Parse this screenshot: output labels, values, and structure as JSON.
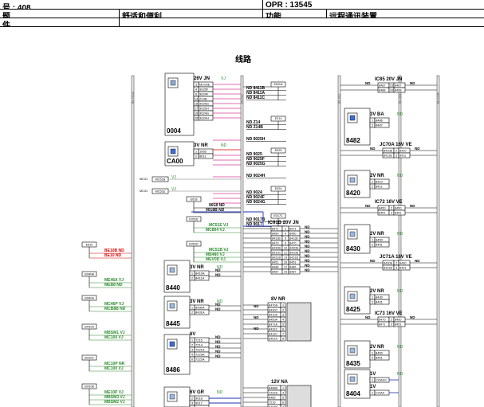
{
  "header": {
    "row1_left": "号 : 408",
    "row1_right": "OPR : 13545",
    "row2_left": "题",
    "row2_mid": "舒适和便利",
    "row2_func_label": "功能",
    "row2_func_value": "远程通讯装置",
    "row3_left": "件"
  },
  "diagram_title": "线路",
  "colors": {
    "pink": "#d63b9a",
    "blue": "#1f2fb5",
    "red": "#d40000",
    "green": "#2a8a2a",
    "grey": "#777777"
  },
  "components": {
    "c0004": {
      "id": "0004",
      "conn": "26V JN",
      "suffix": "VJ",
      "pins": [
        [
          "3",
          "MC00E"
        ],
        [
          "4",
          "9025F"
        ],
        [
          "6",
          "9024F"
        ],
        [
          "14",
          "Z14B"
        ],
        [
          "16",
          "9025G"
        ],
        [
          "17",
          "9025H"
        ],
        [
          "19",
          "9024G"
        ],
        [
          "20",
          "9024H"
        ]
      ]
    },
    "cA00": {
      "id": "CA00",
      "conn": "3V NR",
      "suffix": "ND",
      "pins": [
        [
          "1",
          "1065"
        ],
        [
          "2",
          "8611"
        ]
      ]
    },
    "c8440": {
      "id": "8440",
      "conn": "3V NR",
      "suffix": "ND",
      "pins": [
        [
          "1",
          "8410A"
        ],
        [
          "2",
          "8411A"
        ]
      ]
    },
    "c8445": {
      "id": "8445",
      "conn": "3V NR",
      "suffix": "ND",
      "pins": [
        [
          "1",
          "8430A"
        ],
        [
          "2",
          "8431A"
        ]
      ]
    },
    "c8486": {
      "id": "8486",
      "conn": "6V",
      "suffix": "",
      "pins": [
        [
          "1",
          "7215"
        ],
        [
          "2",
          "7214"
        ],
        [
          "3",
          "7221A"
        ],
        [
          "4",
          "7223A"
        ],
        [
          "6",
          "7222A"
        ]
      ]
    },
    "c6vgr": {
      "conn": "6V GR",
      "suffix": "ND",
      "pins": [
        [
          "2",
          "9018"
        ],
        [
          "3",
          "9017"
        ],
        [
          "4",
          "MC00"
        ]
      ]
    },
    "c8482": {
      "id": "8482",
      "conn": "3V BA",
      "suffix": "ND",
      "pins": [
        [
          "1",
          "8486"
        ],
        [
          "2",
          "8487"
        ]
      ]
    },
    "c8420": {
      "id": "8420",
      "conn": "2V NR",
      "suffix": "ND",
      "pins": [
        [
          "1",
          "8410"
        ],
        [
          "2",
          "8411"
        ]
      ]
    },
    "c8430": {
      "id": "8430",
      "conn": "2V NR",
      "suffix": "ND",
      "pins": [
        [
          "1",
          "8450"
        ],
        [
          "2",
          "8451"
        ]
      ]
    },
    "c8425": {
      "id": "8425",
      "conn": "2V NR",
      "suffix": "ND",
      "pins": [
        [
          "1",
          "8430"
        ],
        [
          "2",
          "8431"
        ]
      ]
    },
    "c8435": {
      "id": "8435",
      "conn": "2V NR",
      "suffix": "ND",
      "pins": [
        [
          "1",
          "8450"
        ],
        [
          "2",
          "8451"
        ]
      ]
    },
    "c8404": {
      "id": "8404",
      "conn": "1V",
      "suffix": "ND",
      "pins": [
        [
          "1",
          "COAXC"
        ]
      ],
      "conn2": "1V",
      "pins2": [
        [
          "1",
          "COAX"
        ]
      ]
    }
  },
  "junctions": {
    "ic85": {
      "label": "IC85",
      "conn": "20V JN",
      "pins": [
        [
          "8487",
          "15",
          "8467",
          "16"
        ],
        [
          "8488",
          "16",
          "8468",
          ""
        ]
      ]
    },
    "jc70a": {
      "label": "JC70A",
      "conn": "16V VE",
      "pins": [
        [
          "8410B",
          "2",
          "8410"
        ],
        [
          "8411B",
          "3",
          "8411"
        ]
      ]
    },
    "ic72": {
      "label": "IC72",
      "conn": "16V VE",
      "pins": [
        [
          "8450",
          "2",
          "8450"
        ],
        [
          "8451",
          "3",
          "8451"
        ]
      ]
    },
    "jc71a": {
      "label": "JC71A",
      "conn": "16V VE",
      "pins": [
        [
          "8430B",
          "2",
          "8430"
        ],
        [
          "8431B",
          "3",
          "8431"
        ]
      ]
    },
    "ic73": {
      "label": "IC73",
      "conn": "16V VE",
      "pins": [
        [
          "8470",
          "2",
          "8450"
        ],
        [
          "8471",
          "3",
          "8451"
        ]
      ]
    },
    "ic91b": {
      "label": "IC91B",
      "conn": "20V JN",
      "rows": [
        [
          "8471",
          "1",
          "8471"
        ],
        [
          "8450",
          "4",
          "8450"
        ],
        [
          "8411B",
          "5",
          "8411B"
        ],
        [
          "8470",
          "9",
          "8470"
        ],
        [
          "8430B",
          "10",
          "8430B"
        ],
        [
          "8410C",
          "12",
          "8410B"
        ],
        [
          "8431B",
          "14",
          "8431B"
        ],
        [
          "8451",
          "16",
          "8451"
        ],
        [
          "8488",
          "12",
          "8486"
        ],
        [
          "8487",
          "15",
          "8487"
        ]
      ]
    },
    "c8vnr": {
      "conn": "8V NR",
      "rows": [
        [
          "8470A",
          "1"
        ],
        [
          "8430C",
          "2"
        ],
        [
          "8410A",
          "3"
        ],
        [
          "8450A",
          "4"
        ],
        [
          "8471A",
          "5"
        ],
        [
          "8431C",
          "6"
        ],
        [
          "8411C",
          "7"
        ],
        [
          "8451A",
          "8"
        ]
      ]
    },
    "c12vna": {
      "conn": "12V NA",
      "rows": [
        [
          "8488B",
          "1"
        ],
        [
          "7222A",
          "4"
        ],
        [
          "8485",
          "5"
        ],
        [
          "7215",
          "6"
        ],
        [
          "8487B",
          "7"
        ]
      ]
    }
  },
  "splices": {
    "e811a": {
      "box": "E811A",
      "lines": [
        "ND 8411B",
        "ND 8411A",
        "ND 8411C"
      ]
    },
    "e214": {
      "box": "E214",
      "lines": [
        "ND Z14",
        "ND Z14B"
      ]
    },
    "e025h": {
      "lines": [
        "ND 9025H"
      ]
    },
    "e025": {
      "box": "E025",
      "lines": [
        "ND 9025",
        "ND 9025F",
        "ND 9025G"
      ]
    },
    "e024h": {
      "lines": [
        "ND 9024H"
      ]
    },
    "e024": {
      "box": "E024",
      "lines": [
        "ND 9024",
        "ND 9024F",
        "ND 9024G"
      ]
    },
    "e017c": {
      "box": "E017C",
      "lines": [
        "ND 9017B",
        "ND 9017"
      ]
    }
  },
  "mc": {
    "mc31": {
      "tag": "MC31",
      "box": "MC51B",
      "wire": "VJ"
    },
    "mc31b": {
      "tag": "MC31",
      "box": "MC51E",
      "wire": "VJ"
    },
    "e018": {
      "box": "E018",
      "lines": [
        "9018 ND",
        "9018B ND"
      ]
    },
    "e051e": {
      "box": "E051E",
      "lines": [
        "MC51E VJ",
        "MC804 VJ"
      ]
    },
    "e051d": {
      "box": "E051D",
      "lines": [
        "MC51B VJ",
        "MB480 VJ",
        "MEV0D VJ"
      ]
    }
  },
  "left": {
    "e810": {
      "box": "E810",
      "lines": [
        "BE10B ND",
        "BE10 ND"
      ]
    },
    "em40b": {
      "box": "EM40B",
      "lines": [
        "ME46A VJ",
        "MEB8 ND"
      ]
    },
    "em40a": {
      "box": "EM40A",
      "lines": [
        "MC46P VJ",
        "MCB8B ND"
      ]
    },
    "em10a": {
      "box": "EM10A",
      "lines": [
        "MBSM1 VJ",
        "MC100 VJ"
      ]
    },
    "em10c": {
      "box": "EM10C",
      "lines": [
        "MC10P NR",
        "MC100 VJ"
      ]
    },
    "em10b": {
      "box": "EM10B",
      "lines": [
        "ME10P VJ",
        "MBSM3 VJ",
        "MBSM2 VJ"
      ]
    }
  },
  "rails": {
    "r1": "BE FUSE",
    "r2": "MC ND",
    "r3": "BE SD1",
    "r4": "BE SD2",
    "r5": "BE FLAP"
  }
}
